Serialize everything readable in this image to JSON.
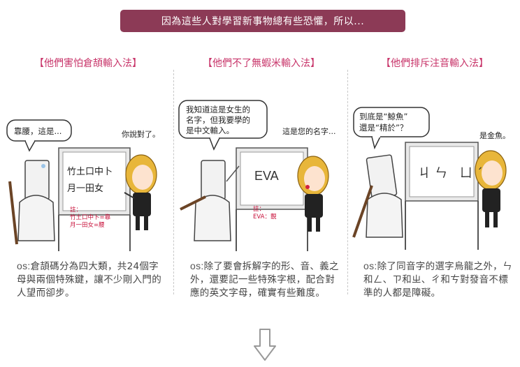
{
  "banner": "因為這些人對學習新事物總有些恐懼，所以...",
  "panels": [
    {
      "title": "【他們害怕倉頡輸入法】",
      "bubble": "靠腰，這是...",
      "speech": "你說對了。",
      "board_line1": "竹土口中卜",
      "board_line2": "月一田女",
      "note_line1": "註：",
      "note_line2": "竹土口中卜=靠",
      "note_line3": "月一田女=腰",
      "caption_os": "os:",
      "caption": "倉頡碼分為四大類，共24個字母與兩個特殊鍵，讓不少剛入門的人望而卻步。"
    },
    {
      "title": "【他們不了無蝦米輸入法】",
      "bubble_line1": "我知道這是女生的",
      "bubble_line2": "名字，但我要學的",
      "bubble_line3": "是中文輸入。",
      "speech": "這是您的名字...",
      "board_text": "EVA",
      "note_line1": "註：",
      "note_line2": "EVA：靚",
      "caption_os": "os:",
      "caption": "除了要會拆解字的形、音、義之外，還要記一些特殊字根，配合對應的英文字母，確實有些難度。"
    },
    {
      "title": "【他們排斥注音輸入法】",
      "bubble_line1": "到底是“鯨魚”",
      "bubble_line2": "還是“精於”？",
      "speech": "是金魚。",
      "board_text": "ㄐㄣ ㄩˊ",
      "caption_os": "os:",
      "caption": "除了同音字的選字烏龍之外，ㄣ和ㄥ、ㄗ和ㄓ、ㄔ和ㄘ對發音不標準的人都是障礙。"
    }
  ],
  "icons": {
    "down_arrow": "down-arrow-icon"
  },
  "colors": {
    "banner": "#8c3a56",
    "title": "#c8356a",
    "note": "#c8103a"
  }
}
